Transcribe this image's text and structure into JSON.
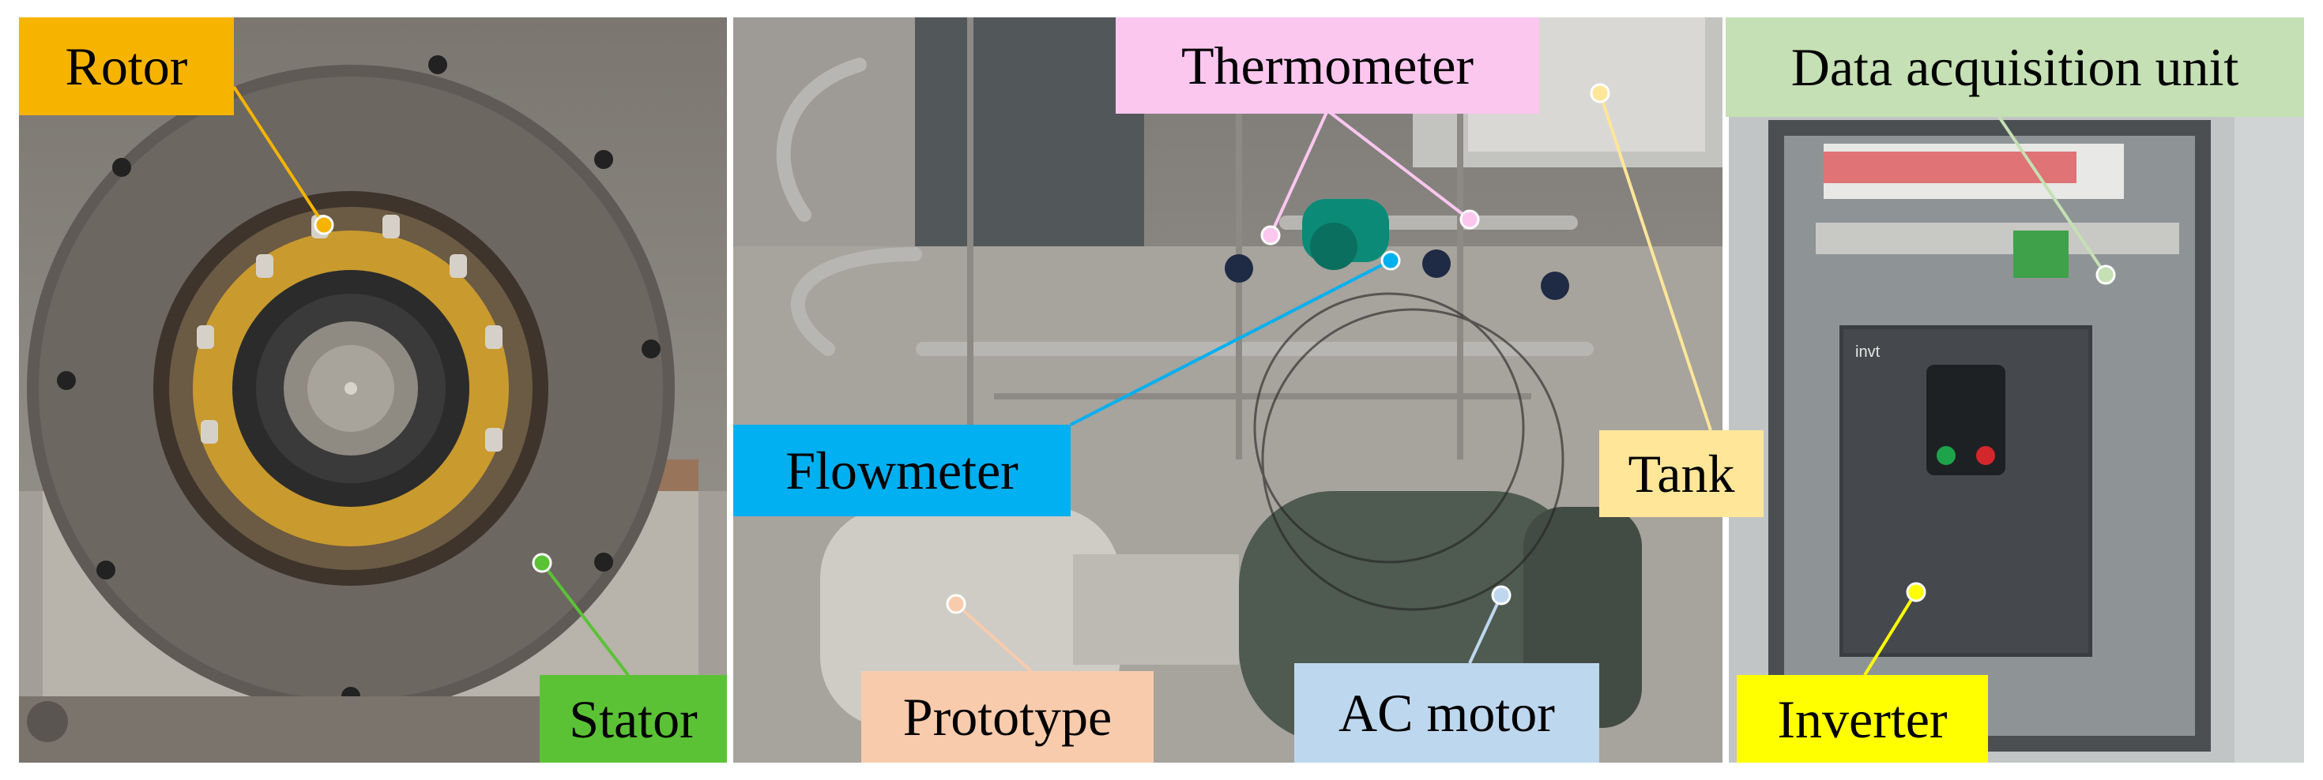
{
  "labels": {
    "rotor": "Rotor",
    "stator": "Stator",
    "thermometer": "Thermometer",
    "flowmeter": "Flowmeter",
    "tank": "Tank",
    "prototype": "Prototype",
    "ac_motor": "AC motor",
    "data_acquisition": "Data acquisition unit",
    "inverter": "Inverter"
  },
  "label_colors": {
    "rotor": "#f6b400",
    "stator": "#5bc236",
    "thermometer": "#fcc7ef",
    "flowmeter": "#00b0f0",
    "tank": "#ffe699",
    "prototype": "#f8cbad",
    "ac_motor": "#bdd7ee",
    "data_acquisition": "#c5e0b4",
    "inverter": "#ffff00"
  },
  "device_text": {
    "inverter_brand": "invt"
  }
}
